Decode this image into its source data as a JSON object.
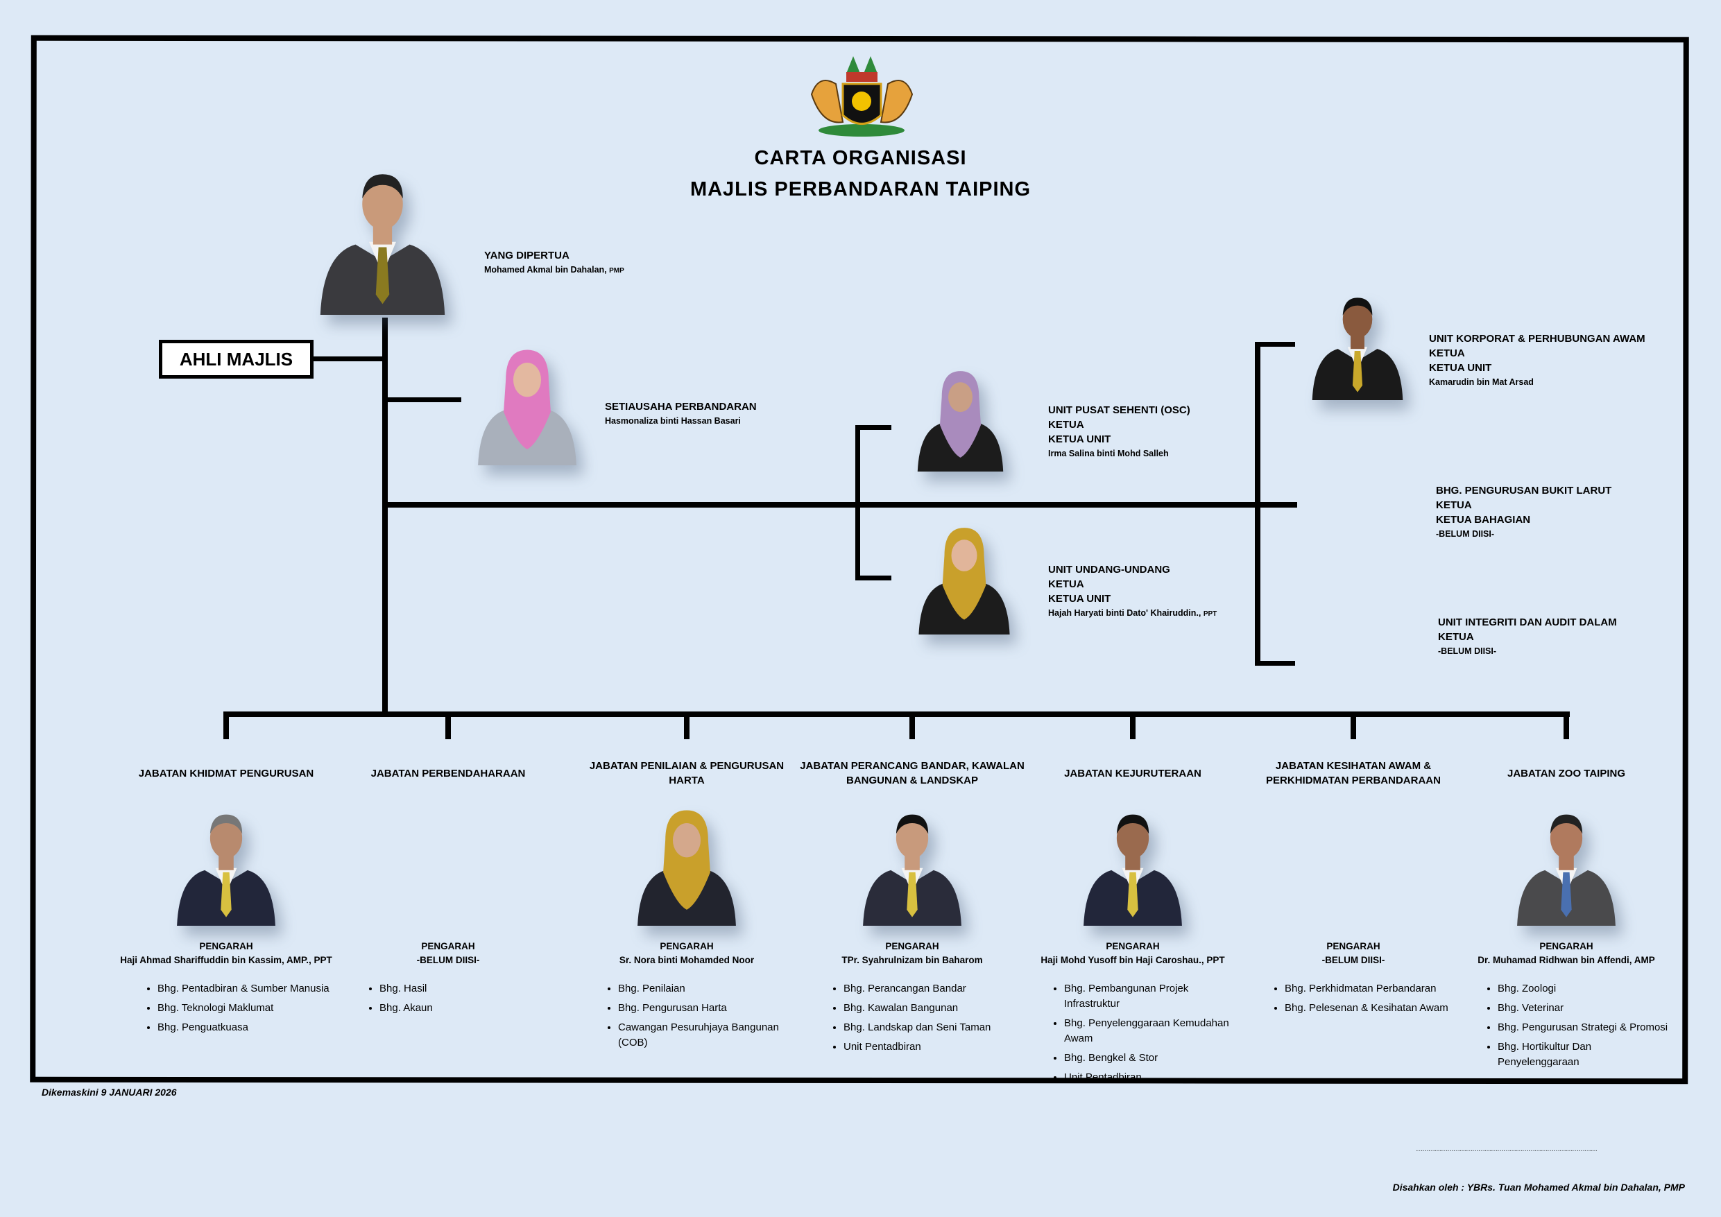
{
  "header": {
    "logo": "Jata Negara Perak coat of arms",
    "title_line1": "CARTA ORGANISASI",
    "title_line2": "MAJLIS PERBANDARAN TAIPING"
  },
  "yang_dipertua": {
    "role": "YANG DIPERTUA",
    "name": "Mohamed Akmal bin Dahalan,",
    "suffix": "PMP"
  },
  "ahli_majlis": "AHLI MAJLIS",
  "setiausaha": {
    "role": "SETIAUSAHA PERBANDARAN",
    "name": "Hasmonaliza binti Hassan Basari"
  },
  "units": {
    "osc": {
      "line1": "UNIT PUSAT SEHENTI (OSC)",
      "line2": "KETUA",
      "line3": "KETUA UNIT",
      "name": "Irma Salina binti Mohd Salleh"
    },
    "undang": {
      "line1": "UNIT UNDANG-UNDANG",
      "line2": "KETUA",
      "line3": "KETUA UNIT",
      "name": "Hajah Haryati binti  Dato' Khairuddin.,",
      "suffix": "PPT"
    },
    "korporat": {
      "line1": "UNIT KORPORAT & PERHUBUNGAN AWAM",
      "line2": "KETUA",
      "line3": "KETUA UNIT",
      "name": "Kamarudin bin Mat Arsad"
    },
    "bukit_larut": {
      "line1": "BHG. PENGURUSAN BUKIT LARUT",
      "line2": "KETUA",
      "line3": "KETUA BAHAGIAN",
      "name": "-BELUM DIISI-"
    },
    "integriti": {
      "line1": "UNIT INTEGRITI DAN AUDIT DALAM",
      "line2": "KETUA",
      "name": "-BELUM DIISI-"
    }
  },
  "departments": [
    {
      "title": "JABATAN KHIDMAT PENGURUSAN",
      "role": "PENGARAH",
      "name": "Haji Ahmad Shariffuddin bin Kassim, AMP., PPT",
      "photo": true,
      "items": [
        "Bhg. Pentadbiran & Sumber Manusia",
        "Bhg. Teknologi Maklumat",
        "Bhg. Penguatkuasa"
      ]
    },
    {
      "title": "JABATAN PERBENDAHARAAN",
      "role": "PENGARAH",
      "name": "-BELUM DIISI-",
      "photo": false,
      "items": [
        "Bhg. Hasil",
        "Bhg. Akaun"
      ]
    },
    {
      "title": "JABATAN PENILAIAN & PENGURUSAN HARTA",
      "role": "PENGARAH",
      "name": "Sr. Nora binti Mohamded Noor",
      "photo": true,
      "items": [
        "Bhg. Penilaian",
        "Bhg. Pengurusan Harta",
        "Cawangan Pesuruhjaya Bangunan (COB)"
      ]
    },
    {
      "title": "JABATAN PERANCANG BANDAR, KAWALAN BANGUNAN & LANDSKAP",
      "role": "PENGARAH",
      "name": "TPr. Syahrulnizam bin Baharom",
      "photo": true,
      "items": [
        "Bhg. Perancangan Bandar",
        "Bhg. Kawalan Bangunan",
        "Bhg. Landskap dan Seni Taman",
        "Unit Pentadbiran"
      ]
    },
    {
      "title": "JABATAN KEJURUTERAAN",
      "role": "PENGARAH",
      "name": "Haji Mohd Yusoff bin Haji Caroshau., PPT",
      "photo": true,
      "items": [
        "Bhg. Pembangunan Projek Infrastruktur",
        "Bhg. Penyelenggaraan Kemudahan Awam",
        "Bhg. Bengkel & Stor",
        "Unit Pentadbiran"
      ]
    },
    {
      "title": "JABATAN KESIHATAN AWAM & PERKHIDMATAN PERBANDARAAN",
      "role": "PENGARAH",
      "name": "-BELUM DIISI-",
      "photo": false,
      "items": [
        "Bhg. Perkhidmatan Perbandaran",
        "Bhg. Pelesenan & Kesihatan Awam"
      ]
    },
    {
      "title": "JABATAN ZOO TAIPING",
      "role": "PENGARAH",
      "name": "Dr. Muhamad Ridhwan bin Affendi, AMP",
      "photo": true,
      "items": [
        "Bhg. Zoologi",
        "Bhg. Veterinar",
        "Bhg. Pengurusan Strategi & Promosi",
        "Bhg. Hortikultur Dan Penyelenggaraan"
      ]
    }
  ],
  "footer": {
    "updated": "Dikemaskini 9 JANUARI 2026",
    "signature_line": "……………………………………………………………………………",
    "approved": "Disahkan oleh : YBRs. Tuan Mohamed Akmal bin Dahalan, PMP"
  },
  "colors": {
    "background": "#dde9f6",
    "lines": "#000000"
  }
}
